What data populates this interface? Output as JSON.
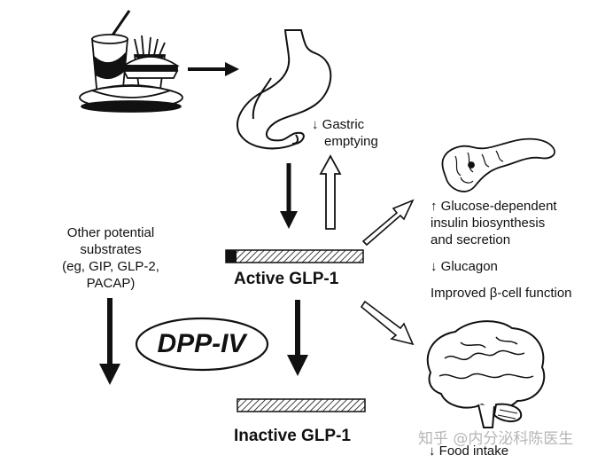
{
  "labels": {
    "gastric_emptying": "↓ Gastric emptying",
    "gastric_line1": "↓ Gastric",
    "gastric_line2": "emptying",
    "other_substrates_line1": "Other potential",
    "other_substrates_line2": "substrates",
    "other_substrates_line3": "(eg, GIP, GLP-2,",
    "other_substrates_line4": "PACAP)",
    "active_glp1": "Active GLP-1",
    "inactive_glp1": "Inactive GLP-1",
    "dpp_iv": "DPP-IV",
    "pancreas_effect1_line1": "↑ Glucose-dependent",
    "pancreas_effect1_line2": "insulin biosynthesis",
    "pancreas_effect1_line3": "and secretion",
    "pancreas_effect2": "↓ Glucagon",
    "pancreas_effect3": "Improved β-cell function",
    "brain_effect": "↓ Food intake"
  },
  "watermark": "知乎 @内分泌科陈医生",
  "illustrations": [
    "fast-food-meal",
    "stomach",
    "pancreas",
    "brain"
  ],
  "colors": {
    "ink": "#111111",
    "background": "#ffffff"
  }
}
